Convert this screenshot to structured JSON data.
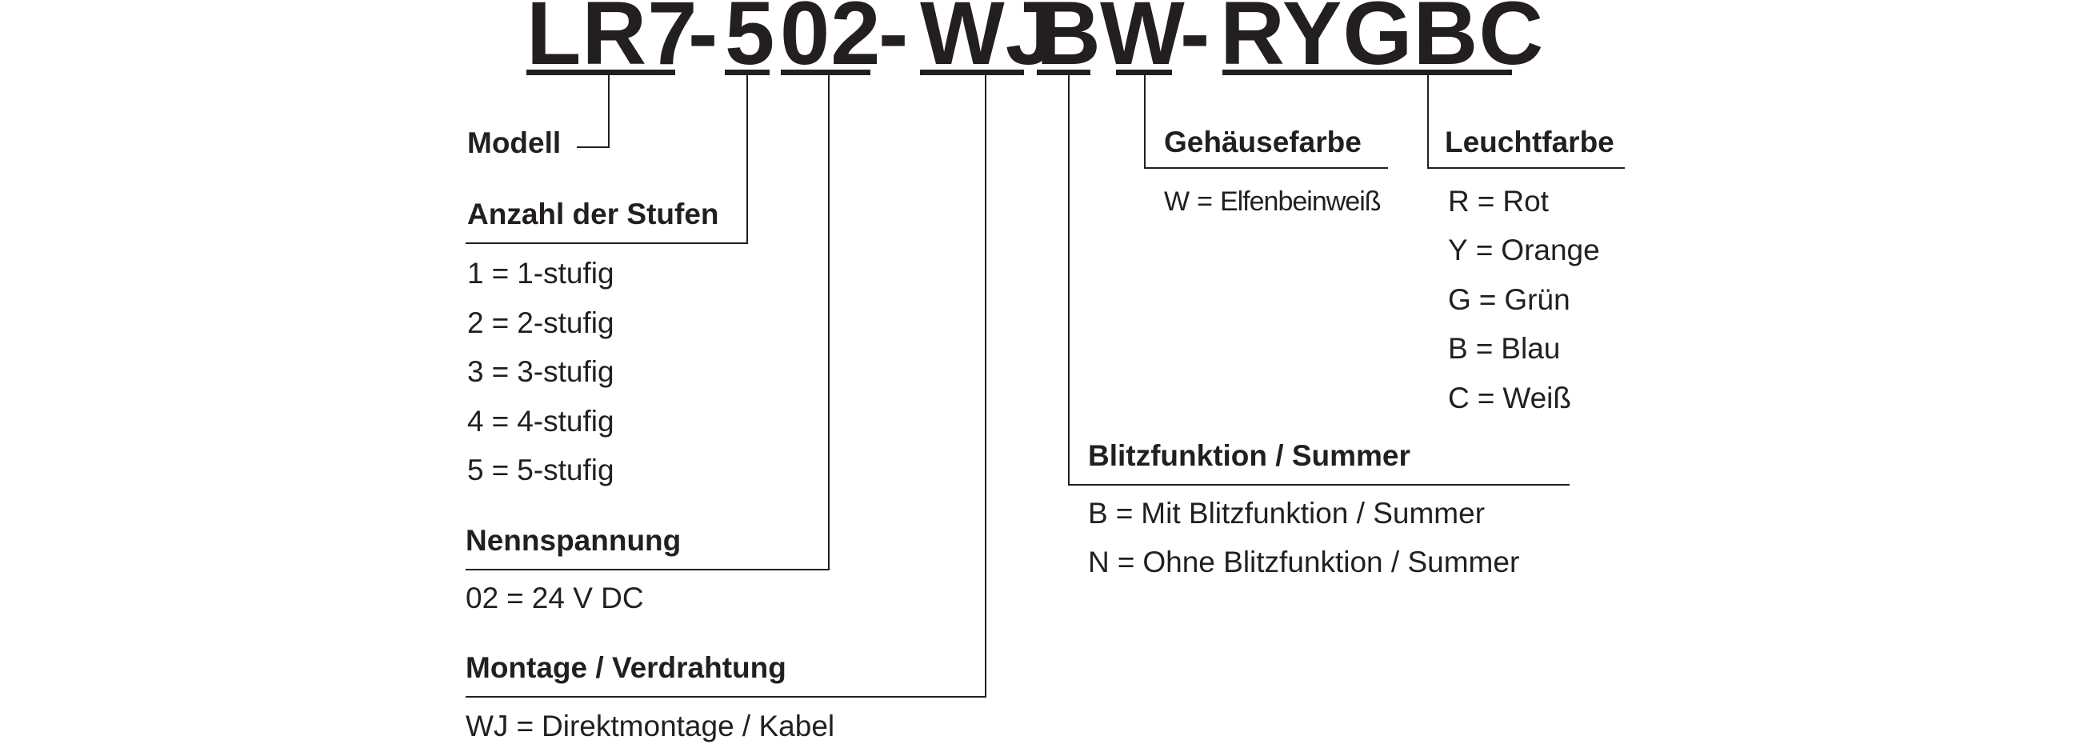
{
  "code": {
    "segments": [
      "LR7",
      "-",
      "5",
      "02",
      "-",
      "WJ",
      "B",
      "W",
      "-",
      "RYGBC"
    ]
  },
  "fields": {
    "modell": {
      "heading": "Modell"
    },
    "stufen": {
      "heading": "Anzahl der Stufen",
      "options": [
        {
          "key": "1",
          "value": "1-stufig"
        },
        {
          "key": "2",
          "value": "2-stufig"
        },
        {
          "key": "3",
          "value": "3-stufig"
        },
        {
          "key": "4",
          "value": "4-stufig"
        },
        {
          "key": "5",
          "value": "5-stufig"
        }
      ]
    },
    "nennspannung": {
      "heading": "Nennspannung",
      "options": [
        {
          "key": "02",
          "value": "24 V DC"
        }
      ]
    },
    "montage": {
      "heading": "Montage / Verdrahtung",
      "options": [
        {
          "key": "WJ",
          "value": "Direktmontage / Kabel"
        }
      ]
    },
    "blitz": {
      "heading": "Blitzfunktion / Summer",
      "options": [
        {
          "key": "B",
          "value": "Mit Blitzfunktion / Summer"
        },
        {
          "key": "N",
          "value": "Ohne Blitzfunktion / Summer"
        }
      ]
    },
    "gehaeuse": {
      "heading": "Gehäusefarbe",
      "options": [
        {
          "key": "W",
          "value": "Elfenbeinweiß"
        }
      ]
    },
    "leucht": {
      "heading": "Leuchtfarbe",
      "options": [
        {
          "key": "R",
          "value": "Rot"
        },
        {
          "key": "Y",
          "value": "Orange"
        },
        {
          "key": "G",
          "value": "Grün"
        },
        {
          "key": "B",
          "value": "Blau"
        },
        {
          "key": "C",
          "value": "Weiß"
        }
      ]
    }
  },
  "symbols": {
    "equals": "="
  },
  "colors": {
    "ink": "#231f20",
    "background": "#ffffff"
  }
}
